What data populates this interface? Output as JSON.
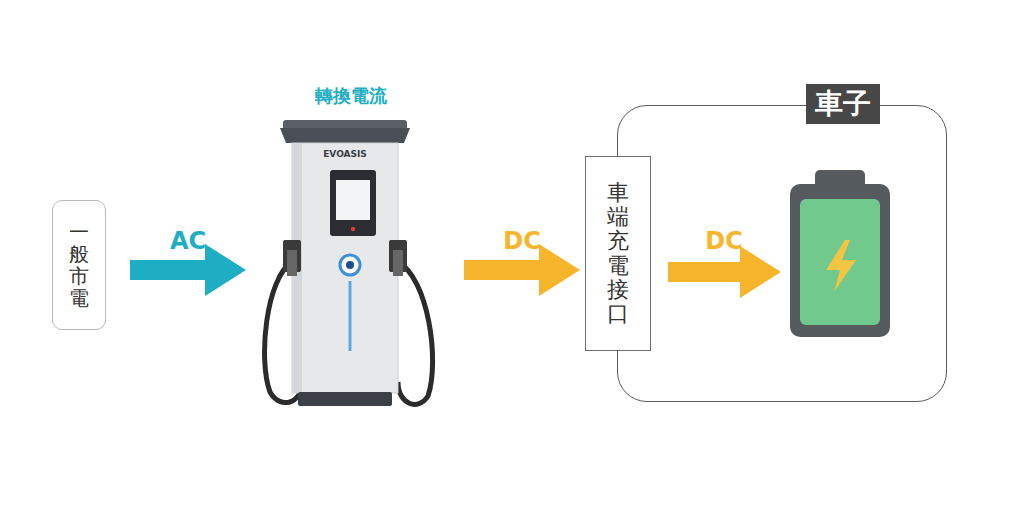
{
  "diagram": {
    "nodes": [
      {
        "text": [
          "一般市電"
        ]
      },
      {
        "text": [
          "轉換電流",
          "EVOASIS"
        ]
      },
      {
        "text": [
          "車子"
        ]
      },
      {
        "text": [
          "車端充電接口"
        ],
        "in": 2
      }
    ],
    "edges": [
      {
        "from": 0,
        "to": 1,
        "arrow": "to",
        "label": "AC"
      },
      {
        "from": 1,
        "to": 3,
        "arrow": "to",
        "label": "DC"
      }
    ],
    "labels": [
      "DC"
    ]
  }
}
